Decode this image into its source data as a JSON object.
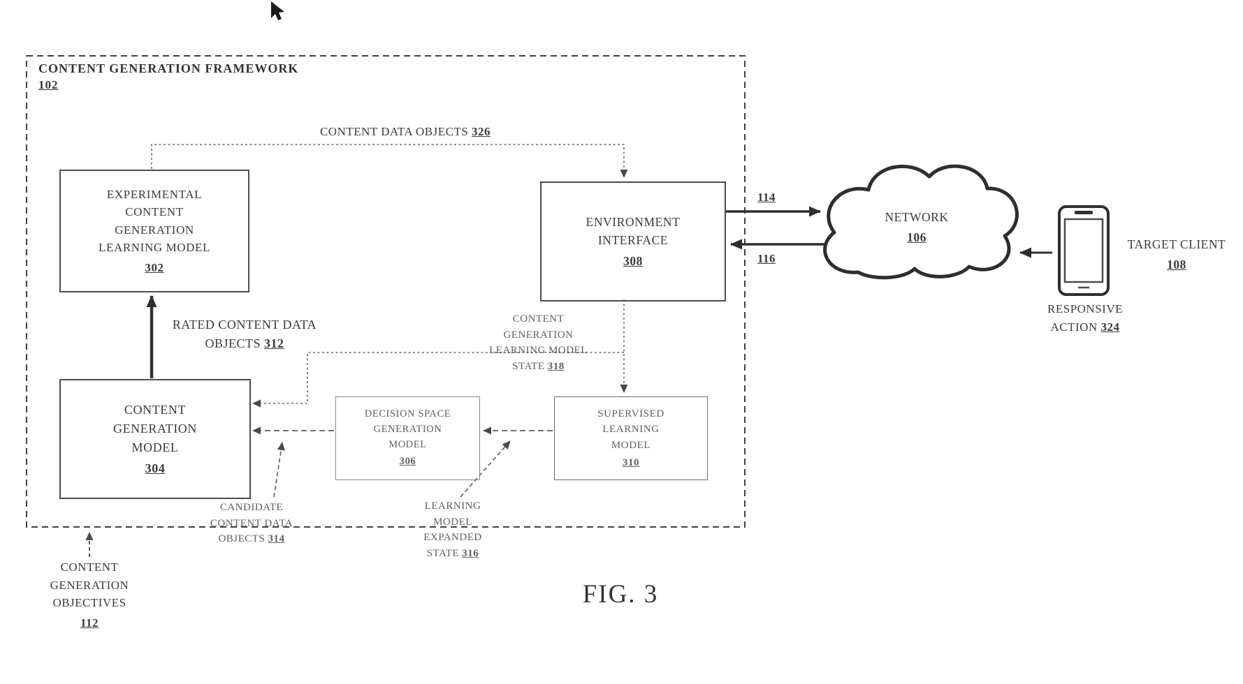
{
  "figure": {
    "caption": "FIG. 3"
  },
  "framework": {
    "title": "CONTENT GENERATION FRAMEWORK",
    "ref": "102"
  },
  "boxes": {
    "experimental": {
      "label": "EXPERIMENTAL CONTENT GENERATION LEARNING MODEL",
      "ref": "302"
    },
    "environment_interface": {
      "label": "ENVIRONMENT INTERFACE",
      "ref": "308"
    },
    "content_generation": {
      "label": "CONTENT GENERATION MODEL",
      "ref": "304"
    },
    "decision_space": {
      "label": "DECISION SPACE GENERATION MODEL",
      "ref": "306"
    },
    "supervised_learning": {
      "label": "SUPERVISED LEARNING MODEL",
      "ref": "310"
    }
  },
  "network": {
    "label": "NETWORK",
    "ref": "106"
  },
  "target_client": {
    "label": "TARGET CLIENT",
    "ref": "108"
  },
  "flows": {
    "content_data_objects": {
      "text": "CONTENT DATA OBJECTS",
      "ref": "326"
    },
    "to_network": {
      "ref": "114"
    },
    "from_network": {
      "ref": "116"
    },
    "rated_content": {
      "text": "RATED CONTENT DATA OBJECTS",
      "ref": "312"
    },
    "learning_model_state": {
      "text": "CONTENT GENERATION LEARNING MODEL STATE",
      "ref": "318"
    },
    "candidate_content": {
      "text": "CANDIDATE CONTENT DATA OBJECTS",
      "ref": "314"
    },
    "expanded_state": {
      "text": "LEARNING MODEL EXPANDED STATE",
      "ref": "316"
    },
    "objectives": {
      "text": "CONTENT GENERATION OBJECTIVES",
      "ref": "112"
    },
    "responsive_action": {
      "text": "RESPONSIVE ACTION",
      "ref": "324"
    }
  }
}
